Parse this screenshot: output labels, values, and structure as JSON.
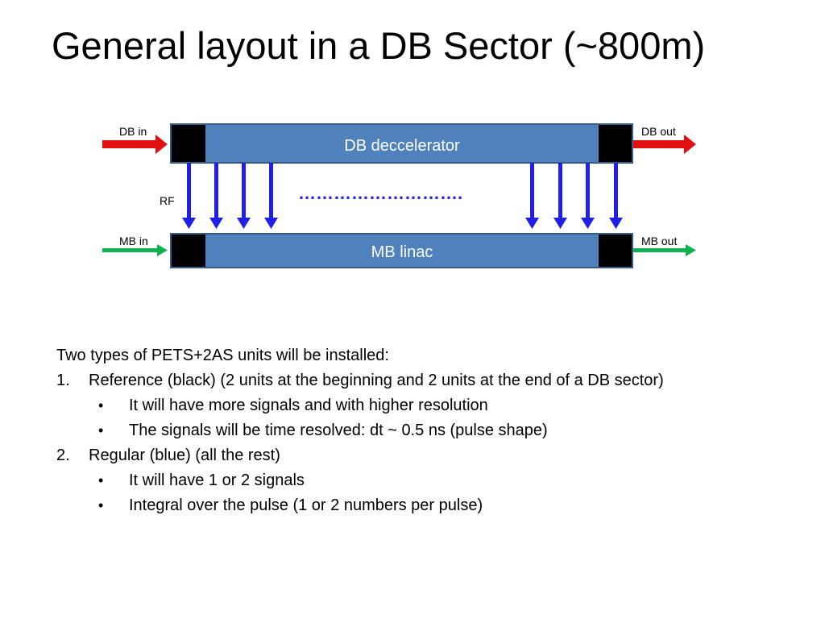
{
  "slide": {
    "title": "General layout in a DB Sector (~800m)"
  },
  "diagram": {
    "db_beam": {
      "label": "DB deccelerator",
      "in_label": "DB in",
      "out_label": "DB out"
    },
    "mb_beam": {
      "label": "MB linac",
      "in_label": "MB in",
      "out_label": "MB out"
    },
    "rf_label": "RF",
    "ellipsis": "……………………….",
    "colors": {
      "beam_fill": "#4f81bd",
      "beam_stroke": "#385d8a",
      "reference_unit": "#000000",
      "rf_arrow": "#1f1fe6",
      "db_arrow": "#e01010",
      "mb_arrow": "#10b050"
    }
  },
  "body": {
    "intro": "Two types of PETS+2AS units will be installed:",
    "items": [
      {
        "number": "1.",
        "text": "Reference (black) (2 units at the beginning and 2 units at the end of a DB sector)",
        "bullets": [
          "It will have more signals and with higher resolution",
          "The signals will be time resolved: dt ~ 0.5 ns (pulse shape)"
        ]
      },
      {
        "number": "2.",
        "text": "Regular (blue) (all the rest)",
        "bullets": [
          "It will have 1 or 2 signals",
          "Integral over the pulse (1 or 2 numbers per pulse)"
        ]
      }
    ],
    "bullet_char": "•"
  }
}
